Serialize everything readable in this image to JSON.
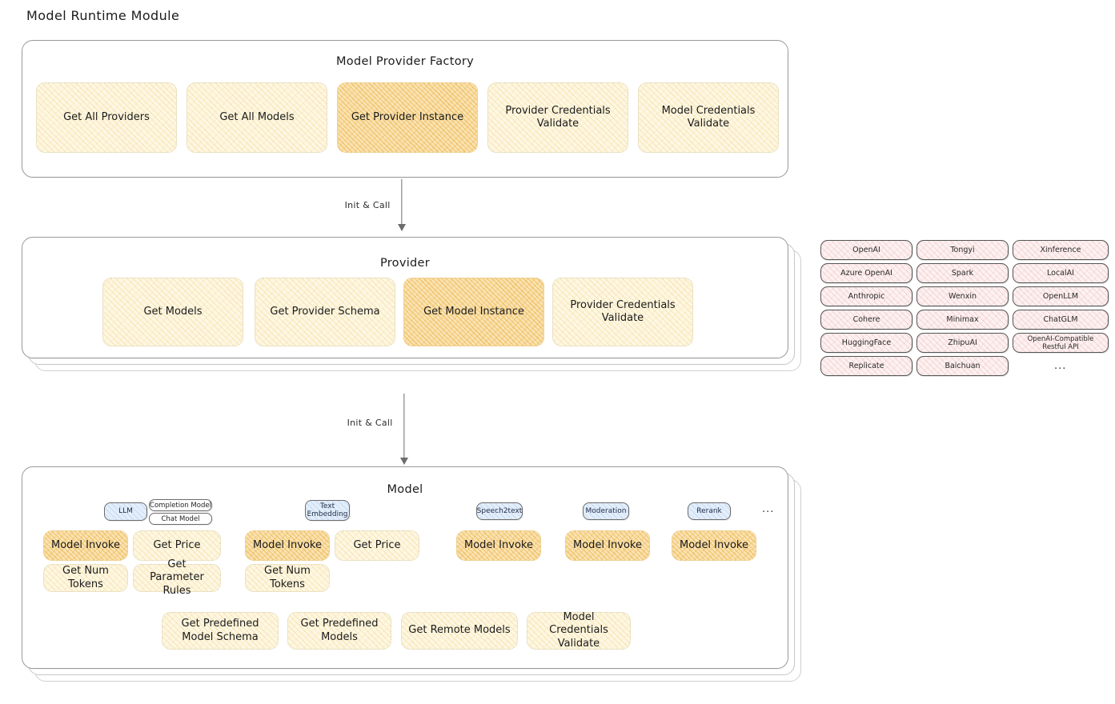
{
  "page": {
    "title": "Model Runtime Module"
  },
  "factory": {
    "title": "Model Provider Factory",
    "cards": [
      {
        "label": "Get All Providers",
        "highlight": false
      },
      {
        "label": "Get All Models",
        "highlight": false
      },
      {
        "label": "Get Provider Instance",
        "highlight": true
      },
      {
        "label": "Provider Credentials Validate",
        "highlight": false
      },
      {
        "label": "Model Credentials Validate",
        "highlight": false
      }
    ]
  },
  "arrow_top": {
    "label": "Init & Call"
  },
  "arrow_bottom": {
    "label": "Init & Call"
  },
  "provider": {
    "title": "Provider",
    "cards": [
      {
        "label": "Get Models",
        "highlight": false
      },
      {
        "label": "Get Provider Schema",
        "highlight": false
      },
      {
        "label": "Get Model Instance",
        "highlight": true
      },
      {
        "label": "Provider Credentials Validate",
        "highlight": false
      }
    ]
  },
  "provider_list": {
    "columns": [
      [
        "OpenAI",
        "Azure OpenAI",
        "Anthropic",
        "Cohere",
        "HuggingFace",
        "Replicate"
      ],
      [
        "Tongyi",
        "Spark",
        "Wenxin",
        "Minimax",
        "ZhipuAI",
        "Baichuan"
      ],
      [
        "Xinference",
        "LocalAI",
        "OpenLLM",
        "ChatGLM",
        "OpenAI-Compatible Restful API"
      ]
    ],
    "ellipsis": "..."
  },
  "model": {
    "title": "Model",
    "ellipsis": "...",
    "types": [
      {
        "badge": "LLM",
        "tags": [
          "Completion Model",
          "Chat Model"
        ],
        "cards": [
          {
            "label": "Model Invoke",
            "highlight": true
          },
          {
            "label": "Get Price",
            "highlight": false
          },
          {
            "label": "Get Num Tokens",
            "highlight": false
          },
          {
            "label": "Get Parameter Rules",
            "highlight": false
          }
        ]
      },
      {
        "badge": "Text Embedding",
        "tags": [],
        "cards": [
          {
            "label": "Model Invoke",
            "highlight": true
          },
          {
            "label": "Get Price",
            "highlight": false
          },
          {
            "label": "Get Num Tokens",
            "highlight": false
          }
        ]
      },
      {
        "badge": "Speech2text",
        "tags": [],
        "cards": [
          {
            "label": "Model Invoke",
            "highlight": true
          }
        ]
      },
      {
        "badge": "Moderation",
        "tags": [],
        "cards": [
          {
            "label": "Model Invoke",
            "highlight": true
          }
        ]
      },
      {
        "badge": "Rerank",
        "tags": [],
        "cards": [
          {
            "label": "Model Invoke",
            "highlight": true
          }
        ]
      }
    ],
    "common_cards": [
      {
        "label": "Get Predefined Model Schema"
      },
      {
        "label": "Get Predefined Models"
      },
      {
        "label": "Get Remote Models"
      },
      {
        "label": "Model Credentials Validate"
      }
    ]
  },
  "colors": {
    "card_fill": "#fdf7e3",
    "card_highlight_fill": "#fae3b4",
    "chip_fill": "#fdf1f1",
    "badge_fill": "#e3eefb",
    "stroke": "#9a9a9a"
  }
}
